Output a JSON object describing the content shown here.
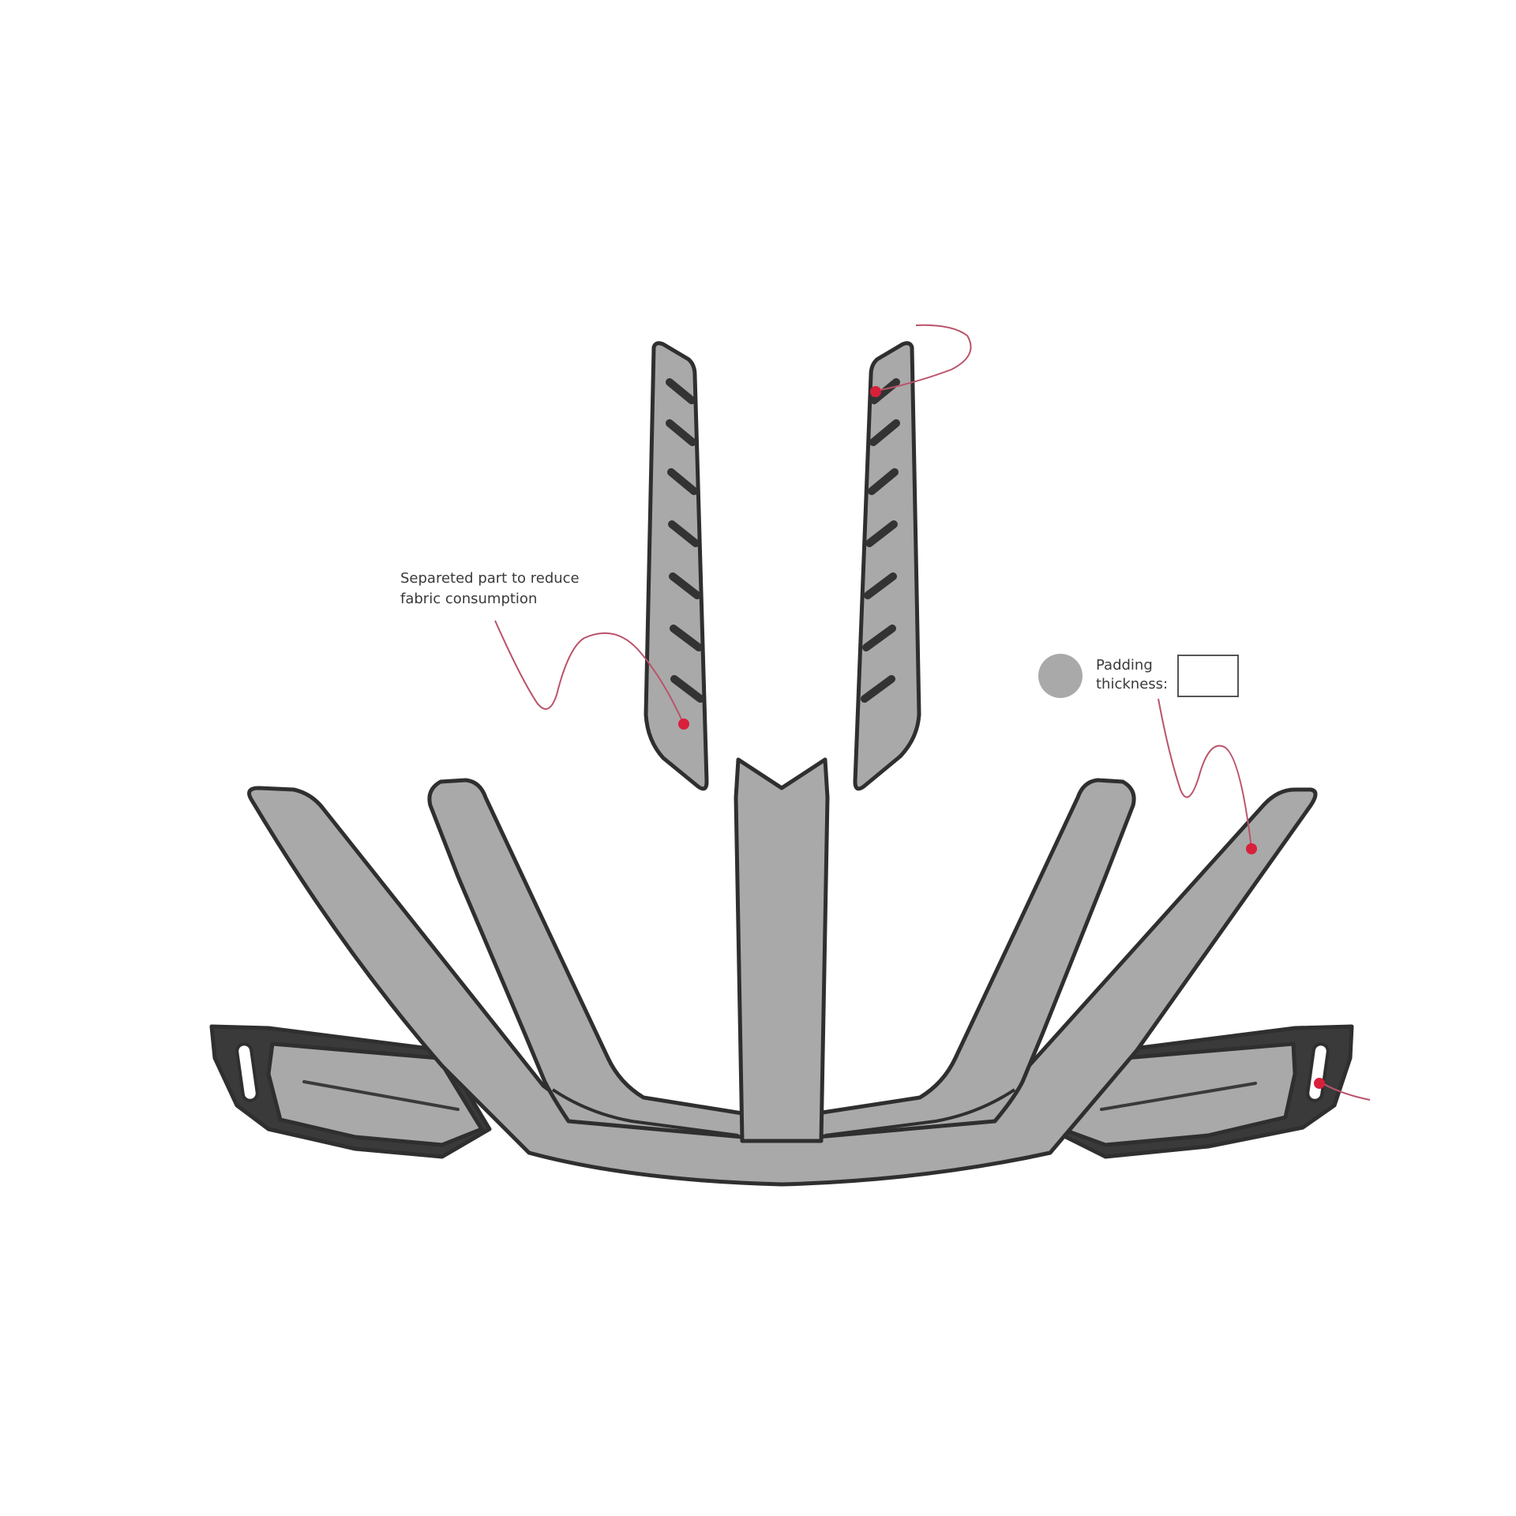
{
  "annotations": {
    "separated_part_line1": "Separeted part to reduce",
    "separated_part_line2": "fabric consumption",
    "padding_line1": "Padding",
    "padding_line2": "thickness:"
  },
  "colors": {
    "pad_fill": "#a9a9a9",
    "outline": "#2f2f2f",
    "leader": "#b9536a",
    "marker": "#d8203a"
  }
}
